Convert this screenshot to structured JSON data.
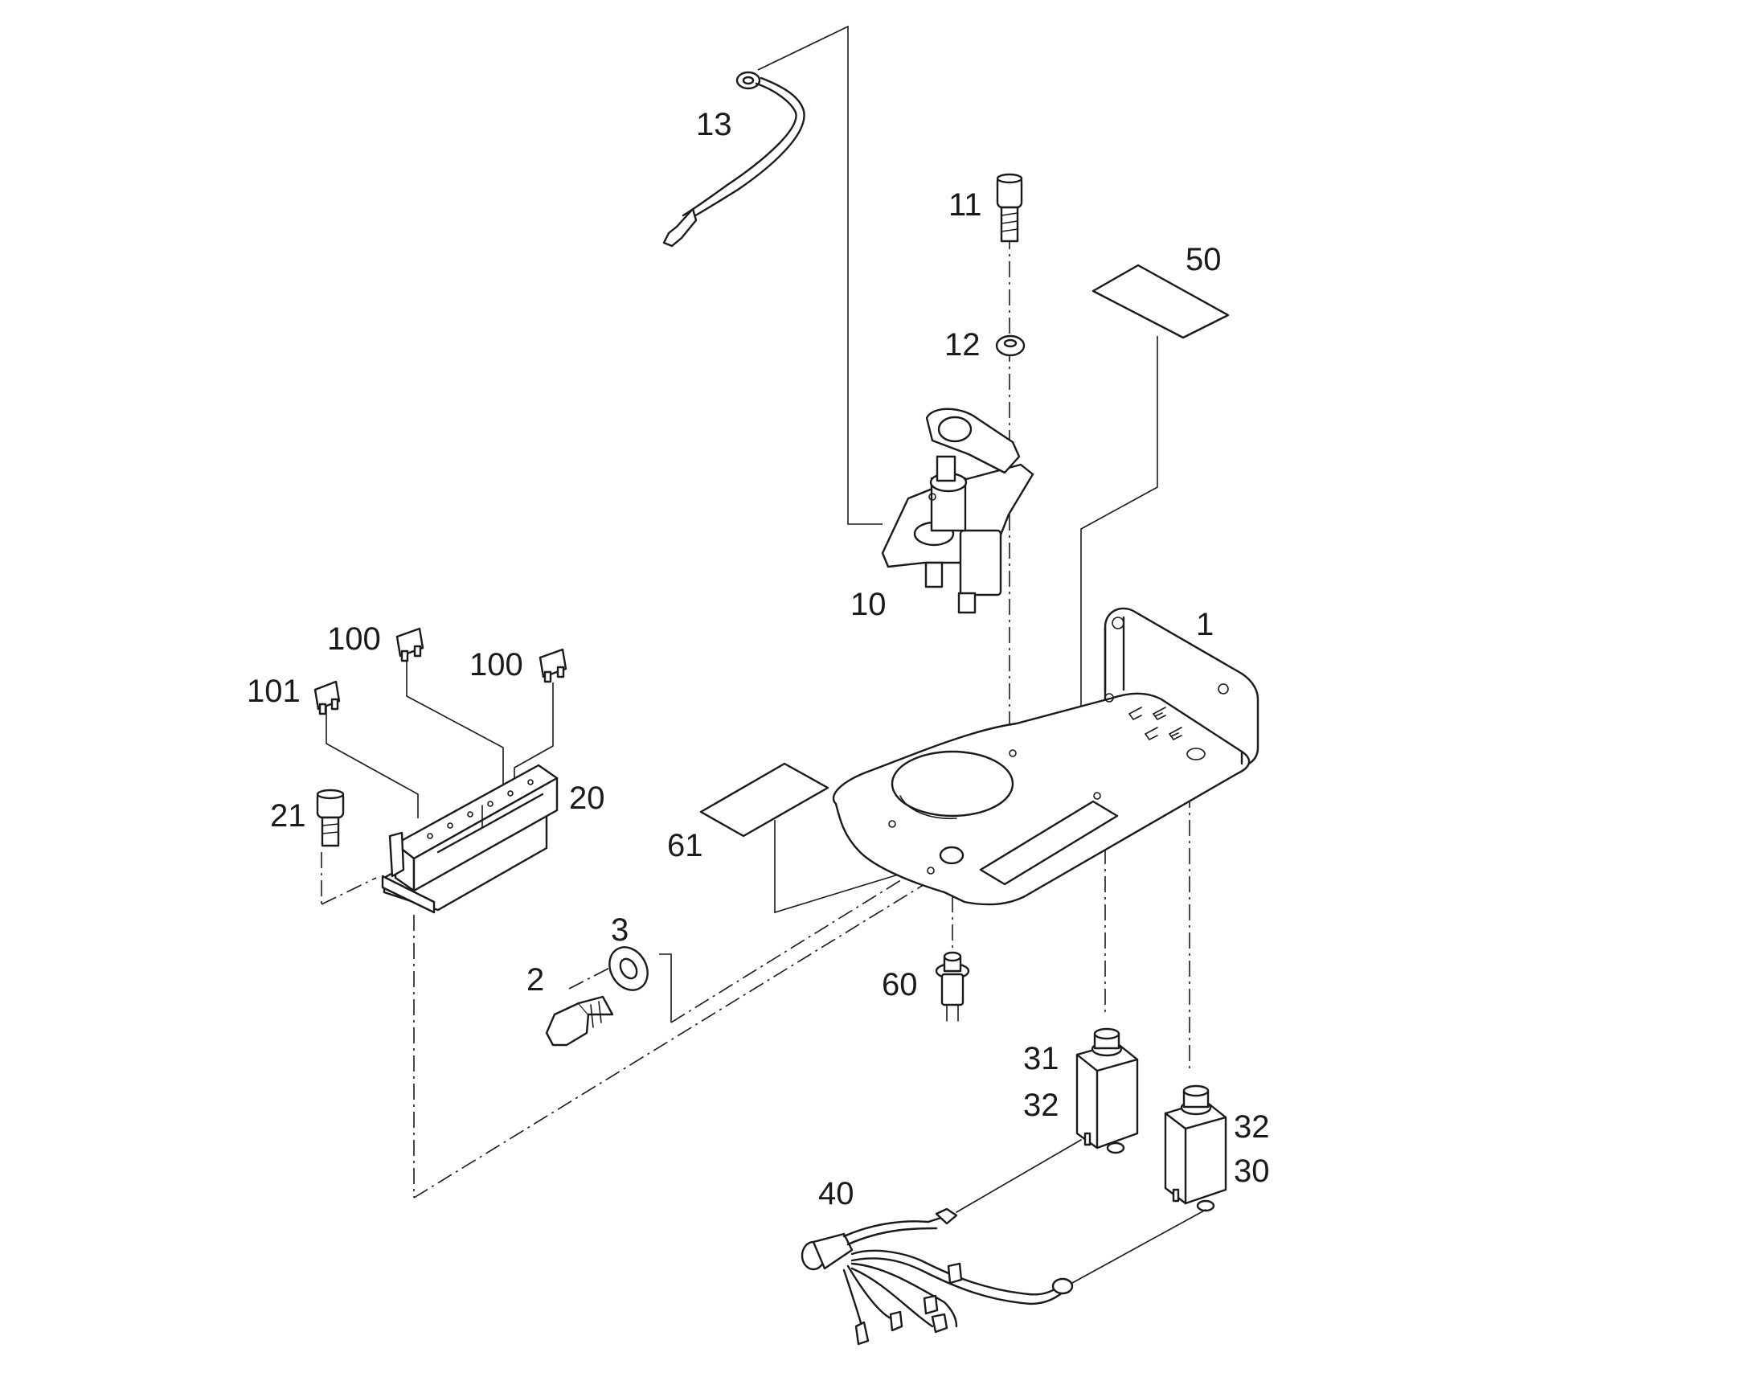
{
  "callouts": {
    "c1": "1",
    "c2": "2",
    "c3": "3",
    "c10": "10",
    "c11": "11",
    "c12": "12",
    "c13": "13",
    "c20": "20",
    "c21": "21",
    "c30": "30",
    "c31": "31",
    "c32a": "32",
    "c32b": "32",
    "c40": "40",
    "c50": "50",
    "c60": "60",
    "c61": "61",
    "c100a": "100",
    "c100b": "100",
    "c101": "101"
  }
}
